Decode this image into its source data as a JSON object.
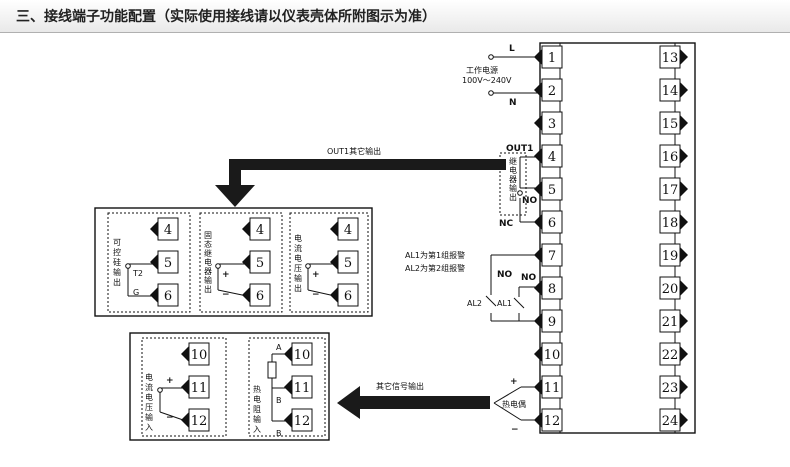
{
  "header": {
    "title": "三、接线端子功能配置（实际使用接线请以仪表壳体所附图示为准）"
  },
  "terminals_left": [
    "1",
    "2",
    "3",
    "4",
    "5",
    "6",
    "7",
    "8",
    "9",
    "10",
    "11",
    "12"
  ],
  "terminals_right": [
    "13",
    "14",
    "15",
    "16",
    "17",
    "18",
    "19",
    "20",
    "21",
    "22",
    "23",
    "24"
  ],
  "labels": {
    "L": "L",
    "N": "N",
    "power": "工作电源",
    "power_range": "100V～240V",
    "out1": "OUT1",
    "relay": "继电器输出",
    "no": "NO",
    "nc": "NC",
    "al1_desc": "AL1为第1组报警",
    "al2_desc": "AL2为第2组报警",
    "no2": "NO",
    "al2": "AL2",
    "al1": "AL1",
    "plus": "+",
    "minus": "−",
    "thermocouple": "热电偶",
    "out1_other": "OUT1其它输出",
    "other_signal": "其它信号输出"
  },
  "out_box": {
    "t4": "4",
    "t5": "5",
    "t6": "6",
    "scr": "可控硅输出",
    "t2": "T2",
    "g": "G",
    "ssr": "固态继电器输出",
    "ssr_plus": "+",
    "ssr_minus": "−",
    "cv": "电流电压输出",
    "cv_plus": "+",
    "cv_minus": "−"
  },
  "in_box": {
    "t10": "10",
    "t11": "11",
    "t12": "12",
    "cv_in": "电流电压输入",
    "plus": "+",
    "minus": "−",
    "rtd": "热电阻输入",
    "a": "A",
    "b1": "B",
    "b2": "B"
  },
  "colors": {
    "line": "#111111",
    "arrow": "#1a1a1a",
    "box_bg": "#ffffff",
    "header_bg": "#e9e9e9"
  }
}
